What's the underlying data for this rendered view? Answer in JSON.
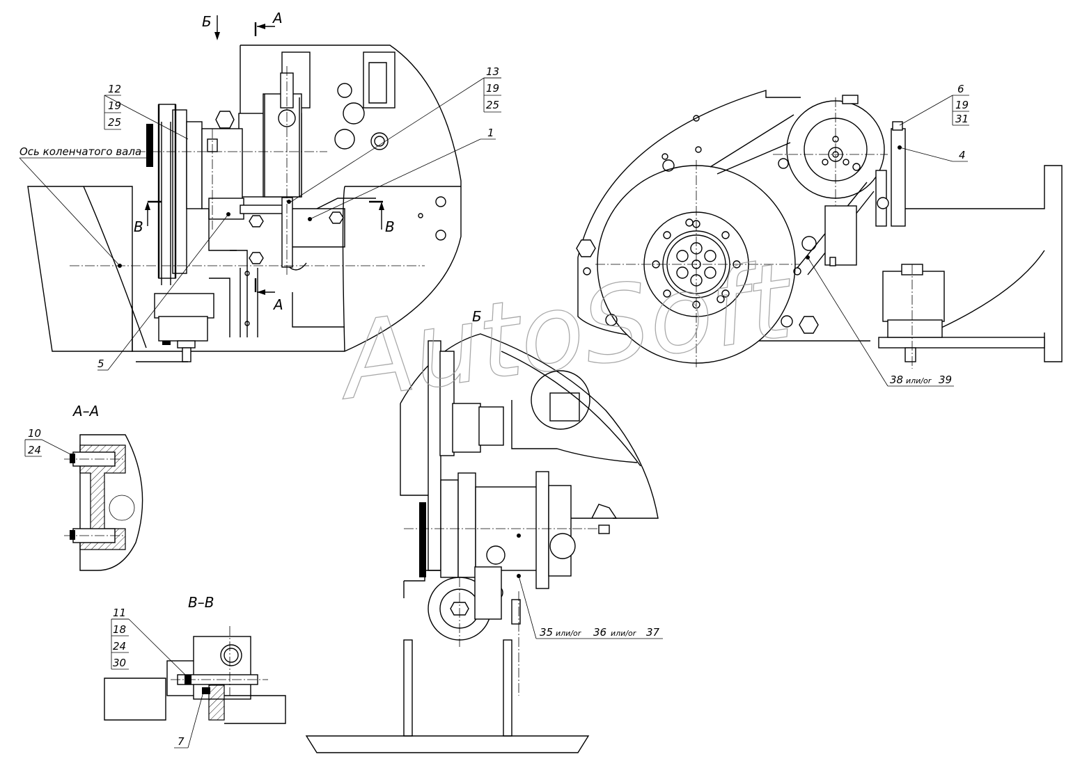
{
  "drawing": {
    "watermark": "AutoSoft",
    "crankshaft_axis_label": "Ось коленчатого вала",
    "section_marks": {
      "b_top": "Б",
      "a_top": "А",
      "a_bottom": "А",
      "v_left": "В",
      "v_right": "В"
    },
    "view_titles": {
      "section_aa": "А–А",
      "section_vv": "В–В",
      "view_b": "Б"
    },
    "callouts": {
      "c12": [
        "12",
        "19",
        "25"
      ],
      "c13": [
        "13",
        "19",
        "25"
      ],
      "c1": "1",
      "c5": "5",
      "c6": [
        "6",
        "19",
        "31"
      ],
      "c4": "4",
      "c38": {
        "a": "38",
        "or": "или/or",
        "b": "39"
      },
      "c10": [
        "10",
        "24"
      ],
      "c11": [
        "11",
        "18",
        "24",
        "30"
      ],
      "c7": "7",
      "c35": {
        "a": "35",
        "or1": "или/or",
        "b": "36",
        "or2": "или/or",
        "c": "37"
      }
    }
  }
}
